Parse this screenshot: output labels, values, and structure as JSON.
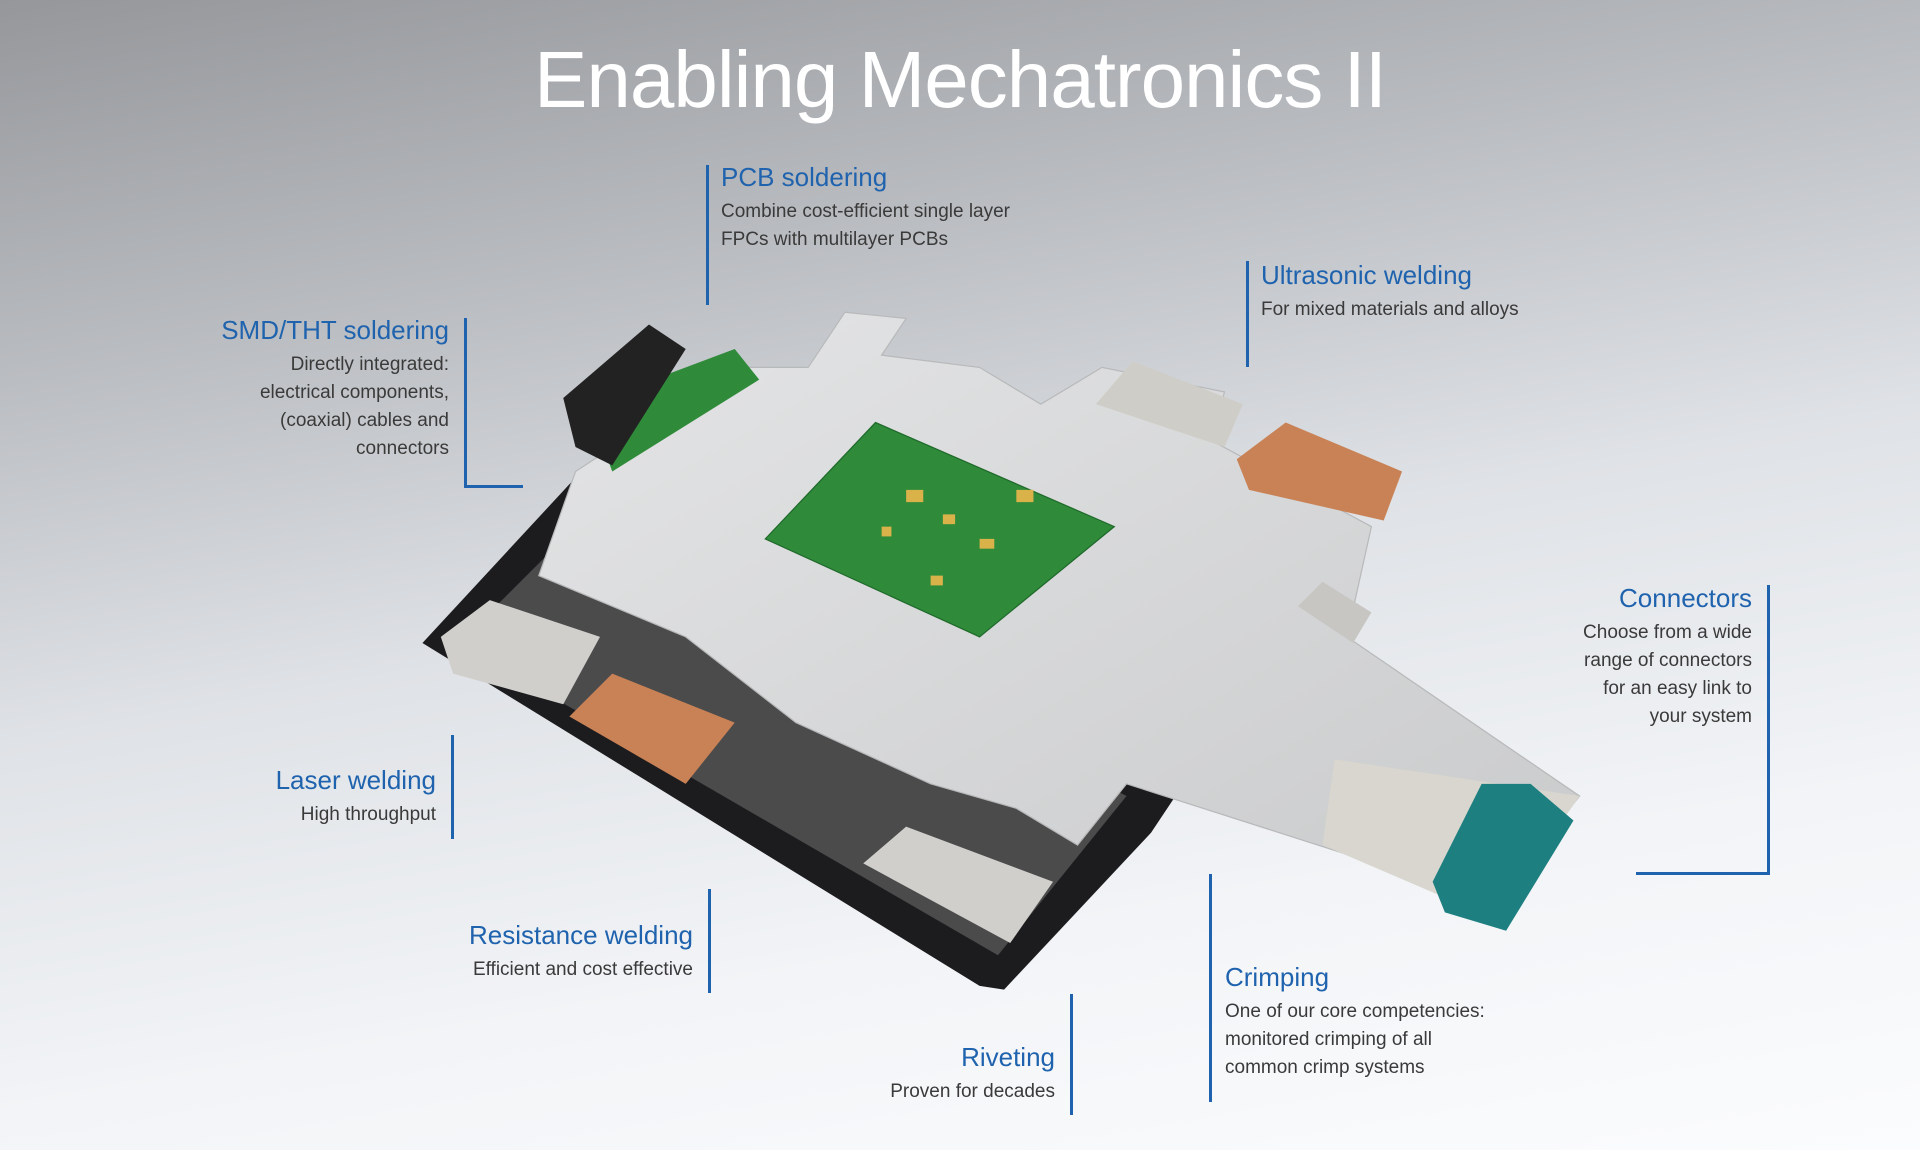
{
  "title": "Enabling Mechatronics II",
  "callouts": {
    "pcb": {
      "heading": "PCB soldering",
      "lines": [
        "Combine cost-efficient single layer",
        "FPCs with multilayer PCBs"
      ]
    },
    "ultrasonic": {
      "heading": "Ultrasonic welding",
      "lines": [
        "For mixed materials and alloys"
      ]
    },
    "smd": {
      "heading": "SMD/THT soldering",
      "lines": [
        "Directly integrated:",
        "electrical components,",
        "(coaxial) cables and",
        "connectors"
      ]
    },
    "laser": {
      "heading": "Laser welding",
      "lines": [
        "High throughput"
      ]
    },
    "resistance": {
      "heading": "Resistance welding",
      "lines": [
        "Efficient and cost effective"
      ]
    },
    "riveting": {
      "heading": "Riveting",
      "lines": [
        "Proven for decades"
      ]
    },
    "crimping": {
      "heading": "Crimping",
      "lines": [
        "One of our core competencies:",
        "monitored crimping of all",
        "common crimp systems"
      ]
    },
    "connectors": {
      "heading": "Connectors",
      "lines": [
        "Choose from a wide",
        "range of connectors",
        "for an easy link to",
        "your system"
      ]
    }
  },
  "colors": {
    "accent": "#1f63ae",
    "pcb_green": "#2f8a3a",
    "copper": "#c98256",
    "connector_teal": "#1d7f80"
  }
}
